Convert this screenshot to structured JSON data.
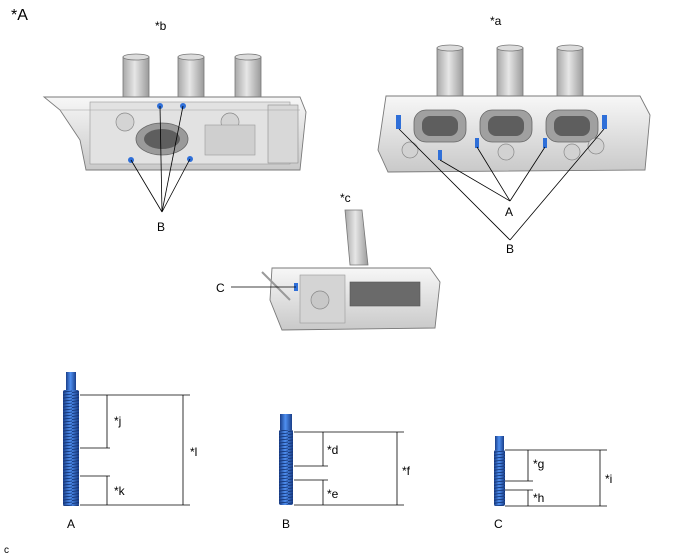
{
  "figure_label": "*A",
  "views": {
    "b": {
      "label": "*b",
      "callout": "B"
    },
    "a": {
      "label": "*a",
      "callout_a": "A",
      "callout_b": "B"
    },
    "c": {
      "label": "*c",
      "callout": "C"
    }
  },
  "bolts": {
    "A": {
      "label": "A",
      "dim_upper": "*j",
      "dim_lower": "*k",
      "dim_total": "*l"
    },
    "B": {
      "label": "B",
      "dim_upper": "*d",
      "dim_lower": "*e",
      "dim_total": "*f"
    },
    "C": {
      "label": "C",
      "dim_upper": "*g",
      "dim_lower": "*h",
      "dim_total": "*i"
    }
  },
  "corner_code": "c",
  "colors": {
    "bolt_blue": "#2f6fd8",
    "bolt_dark": "#1a3f8a",
    "casting_light": "#eeeeee",
    "casting_mid": "#c8c8c8",
    "casting_dark": "#8a8a8a",
    "line": "#000000"
  },
  "icons": {
    "stud": "stud-bolt-icon",
    "head": "cylinder-head-casting-icon"
  }
}
